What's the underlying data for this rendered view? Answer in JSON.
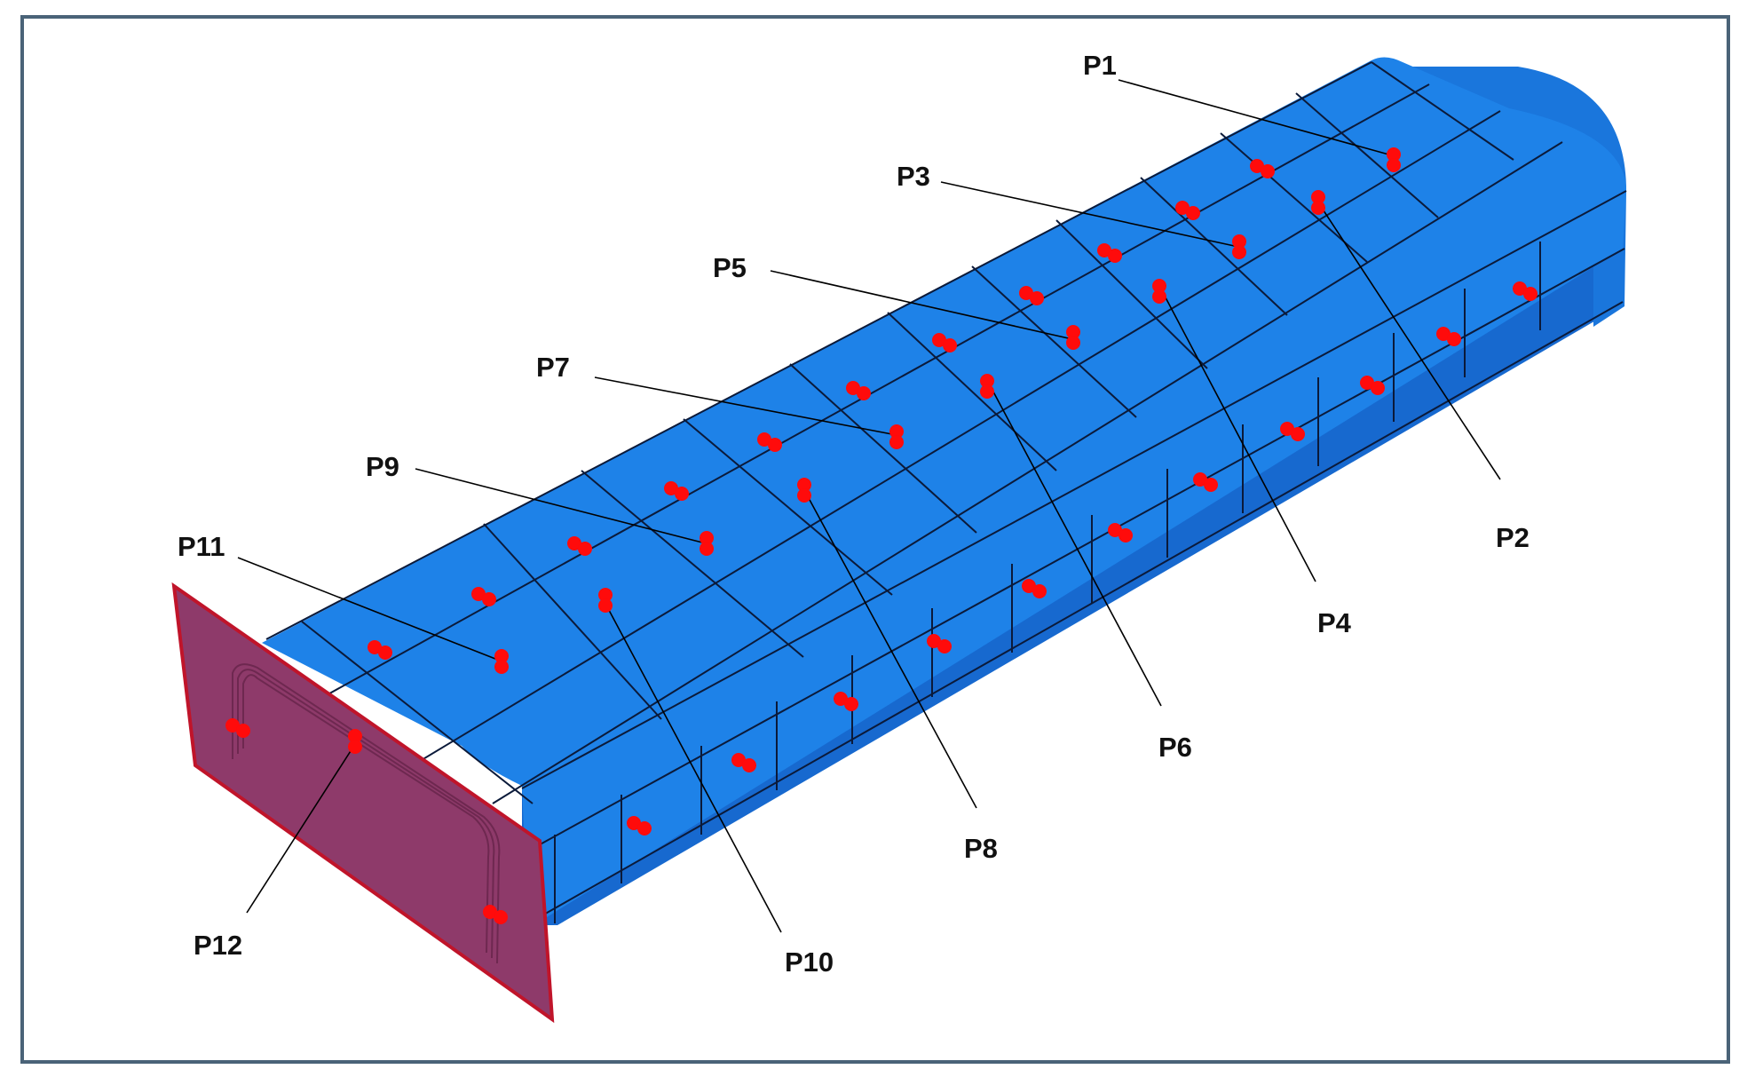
{
  "colors": {
    "beam_top": "#1e82e8",
    "beam_side": "#1769cf",
    "beam_end": "#1a76dc",
    "mesh_line": "#0b1a3a",
    "end_plate_fill": "#8e3a6a",
    "end_plate_edge": "#c0142a",
    "marker": "#ff0b0b",
    "frame_border": "#4a6378",
    "leader_line": "#000000"
  },
  "labels": [
    "P1",
    "P2",
    "P3",
    "P4",
    "P5",
    "P6",
    "P7",
    "P8",
    "P9",
    "P10",
    "P11",
    "P12"
  ]
}
